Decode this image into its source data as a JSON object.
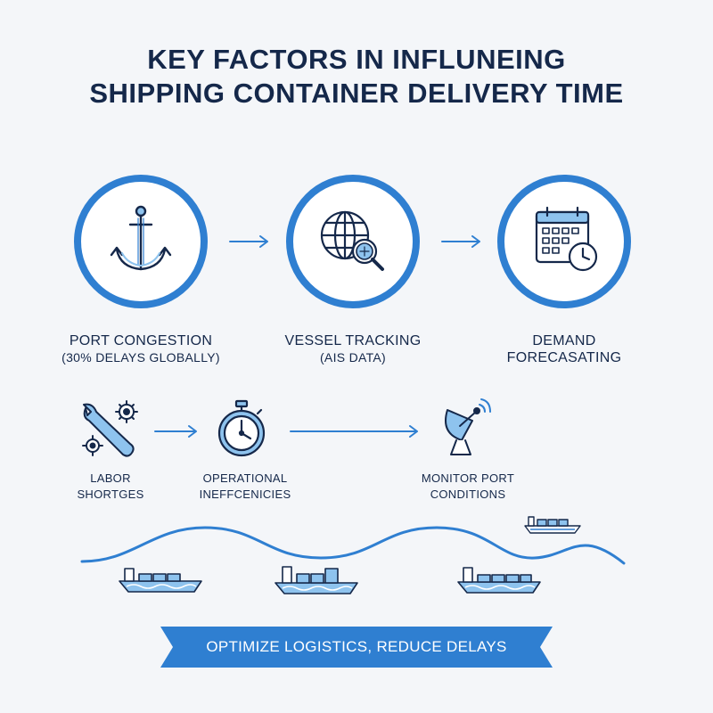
{
  "title": {
    "line1": "KEY FACTORS IN INFLUNEING",
    "line2": "SHIPPING CONTAINER DELIVERY TIME"
  },
  "factors": [
    {
      "main": "PORT CONGESTION",
      "sub": "(30% DELAYS GLOBALLY)",
      "icon": "anchor-icon"
    },
    {
      "main": "VESSEL TRACKING",
      "sub": "(AIS DATA)",
      "icon": "globe-search-icon"
    },
    {
      "main": "DEMAND",
      "sub": "FORECASATING",
      "icon": "calendar-clock-icon"
    }
  ],
  "secondary": [
    {
      "line1": "LABOR",
      "line2": "SHORTGES",
      "icon": "wrench-gears-icon"
    },
    {
      "line1": "OPERATIONAL",
      "line2": "INEFFCENICIES",
      "icon": "stopwatch-icon"
    },
    {
      "line1": "MONITOR PORT",
      "line2": "CONDITIONS",
      "icon": "satellite-dish-icon"
    }
  ],
  "banner": {
    "text": "OPTIMIZE LOGISTICS, REDUCE DELAYS"
  },
  "colors": {
    "accent": "#2f7fd1",
    "navy": "#15284a",
    "light_blue": "#8ec3ee",
    "background": "#f4f6f9"
  }
}
